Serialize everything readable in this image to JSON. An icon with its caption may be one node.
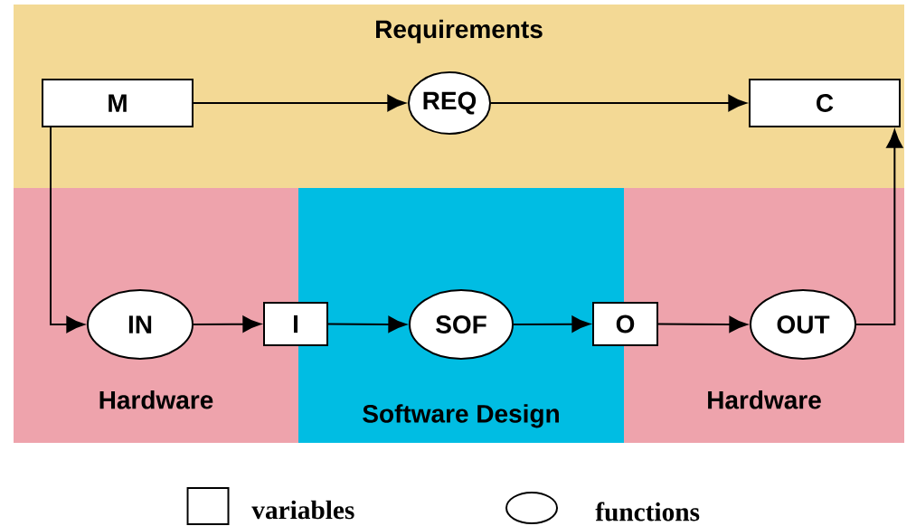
{
  "diagram": {
    "nodes": [
      {
        "text": [
          "Requirements"
        ]
      },
      {
        "text": [
          "M"
        ],
        "in": 0
      },
      {
        "text": [
          "REQ"
        ],
        "in": 0
      },
      {
        "text": [
          "C"
        ],
        "in": 0
      },
      {
        "text": [
          "Hardware"
        ]
      },
      {
        "text": [
          "IN"
        ],
        "in": 4
      },
      {
        "text": [
          "I"
        ]
      },
      {
        "text": [
          "Software Design"
        ]
      },
      {
        "text": [
          "SOF"
        ],
        "in": 7
      },
      {
        "text": [
          "O"
        ]
      },
      {
        "text": [
          "Hardware"
        ]
      },
      {
        "text": [
          "OUT"
        ],
        "in": 10
      }
    ],
    "edges": [
      {
        "from": 1,
        "to": 2,
        "arrow": "to"
      },
      {
        "from": 2,
        "to": 3,
        "arrow": "to"
      },
      {
        "from": 1,
        "to": 5,
        "arrow": "to"
      },
      {
        "from": 5,
        "to": 6,
        "arrow": "to"
      },
      {
        "from": 6,
        "to": 8,
        "arrow": "to"
      },
      {
        "from": 8,
        "to": 9,
        "arrow": "to"
      },
      {
        "from": 9,
        "to": 11,
        "arrow": "to"
      },
      {
        "from": 11,
        "to": 3,
        "arrow": "to"
      }
    ],
    "legend": [
      {
        "text": "variables"
      },
      {
        "text": "functions"
      }
    ]
  }
}
